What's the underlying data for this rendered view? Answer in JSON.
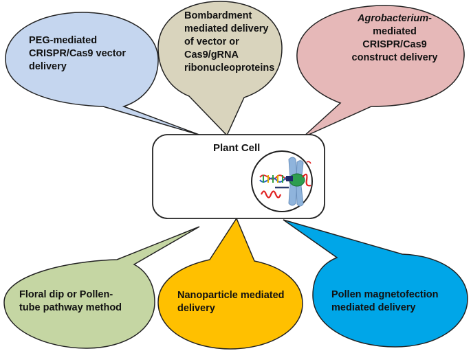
{
  "center": {
    "title": "Plant Cell"
  },
  "methods": [
    {
      "id": "peg",
      "lines": [
        "PEG-mediated",
        "CRISPR/Cas9 vector",
        "delivery"
      ],
      "color": "#c5d6ef"
    },
    {
      "id": "bombardment",
      "lines": [
        "Bombardment",
        "mediated delivery",
        "of vector or",
        "Cas9/gRNA",
        "ribonucleoproteins"
      ],
      "color": "#d9d4bd"
    },
    {
      "id": "agrobacterium",
      "lines": [
        "Agrobacterium-",
        "mediated",
        "CRISPR/Cas9",
        "construct delivery"
      ],
      "color": "#e6b8b8"
    },
    {
      "id": "floral-dip",
      "lines": [
        "Floral dip or Pollen-",
        "tube pathway method"
      ],
      "color": "#c5d6a3"
    },
    {
      "id": "nanoparticle",
      "lines": [
        "Nanoparticle mediated",
        "delivery"
      ],
      "color": "#ffc000"
    },
    {
      "id": "magnetofection",
      "lines": [
        "Pollen magnetofection",
        "mediated delivery"
      ],
      "color": "#00a6e8"
    }
  ],
  "colors": {
    "outline": "#222222",
    "cell_fill": "#ffffff",
    "chromosome": "#8fb4dc",
    "cas9": "#2e9e4f",
    "rna": "#e02020"
  }
}
